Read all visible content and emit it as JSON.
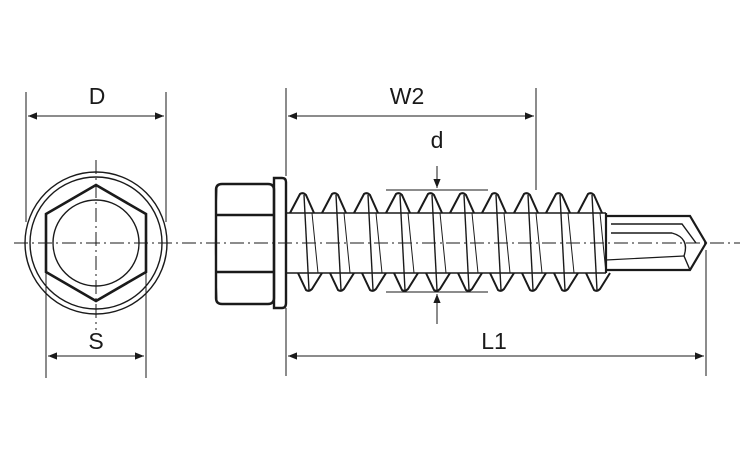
{
  "labels": {
    "D": "D",
    "S": "S",
    "W2": "W2",
    "d": "d",
    "L1": "L1"
  },
  "colors": {
    "ink": "#1a1a1a",
    "background": "#ffffff"
  }
}
